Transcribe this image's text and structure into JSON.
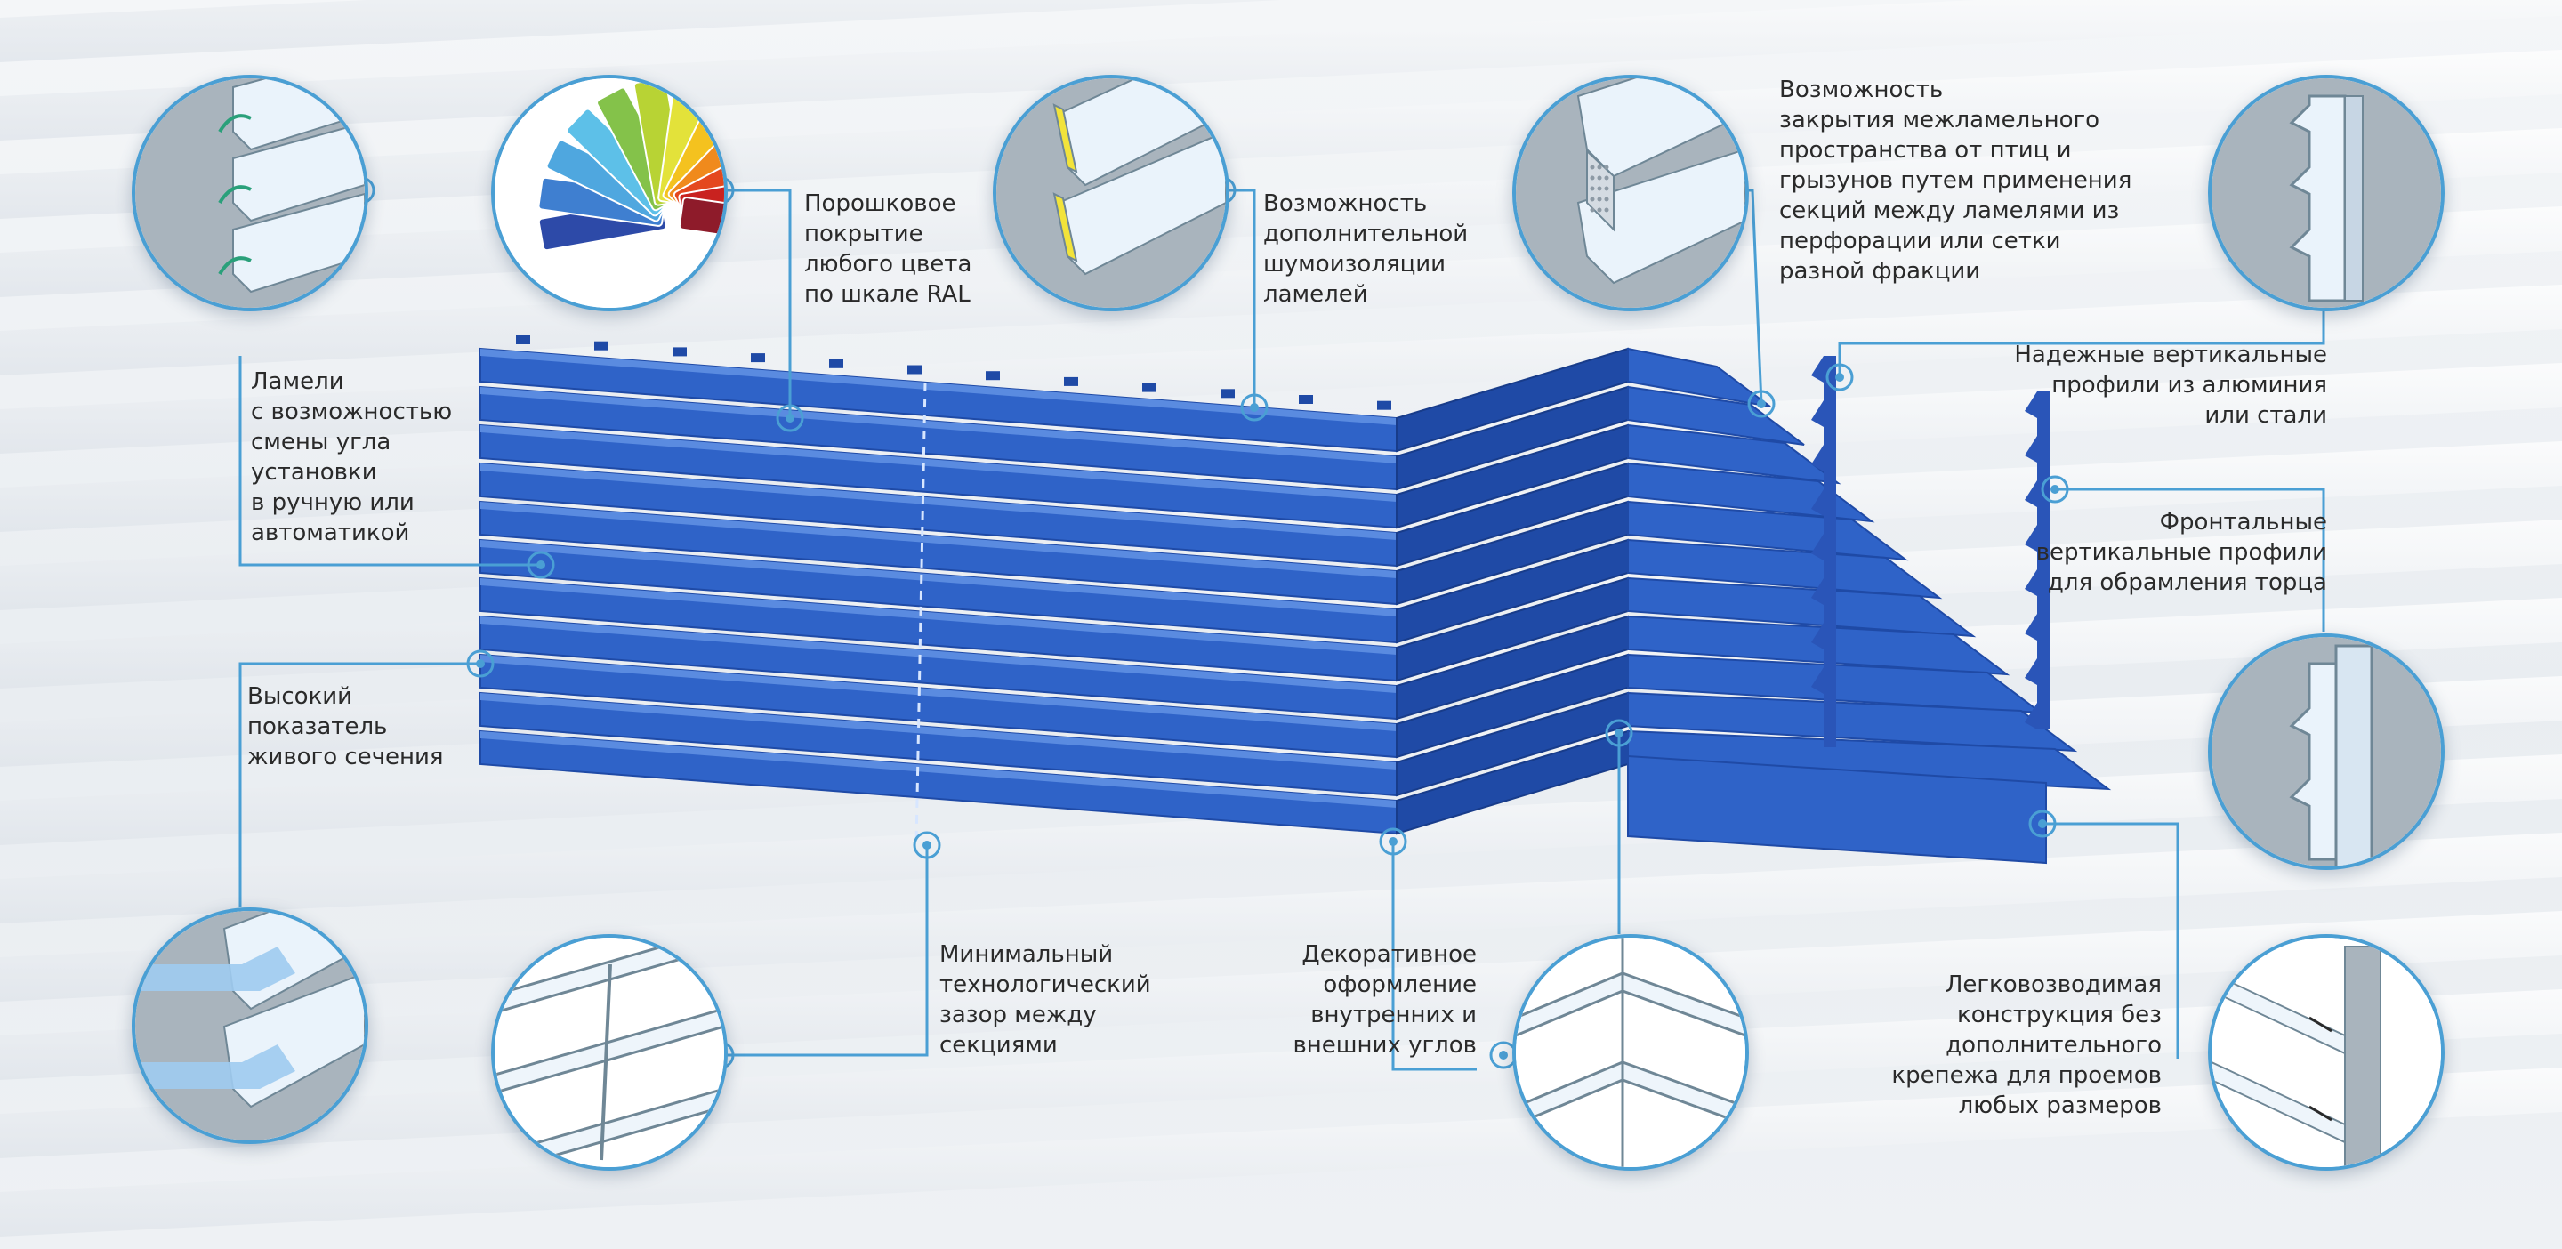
{
  "colors": {
    "slat_blue": "#2f63c8",
    "slat_dark": "#1f4aa6",
    "slat_light": "#5a8be0",
    "callout_line": "#4a9fd4",
    "badge_bg_grey": "#a9b4bd",
    "profile_light": "#e6f1fa"
  },
  "callouts": {
    "slat_angle": "Ламели\nс возможностью\nсмены угла\nустановки\nв ручную или\nавтоматикой",
    "powder_coating": "Порошковое\nпокрытие\nлюбого цвета\nпо шкале RAL",
    "noise_insulation": "Возможность\nдополнительной\nшумоизоляции\nламелей",
    "bird_protection": "Возможность\nзакрытия межламельного\nпространства от птиц и\nгрызунов путем применения\nсекций между ламелями из\nперфорации или сетки\nразной фракции",
    "vertical_profiles": "Надежные вертикальные\nпрофили из алюминия\nили стали",
    "front_profiles": "Фронтальные\nвертикальные профили\nдля обрамления торца",
    "free_area": "Высокий\nпоказатель\nживого сечения",
    "min_gap": "Минимальный\nтехнологический\nзазор между\nсекциями",
    "corners": "Декоративное\nоформление\nвнутренних и\nвнешних углов",
    "easy_install": "Легковозводимая\nконструкция без дополнительного\nкрепежа для проемов\nлюбых размеров"
  }
}
